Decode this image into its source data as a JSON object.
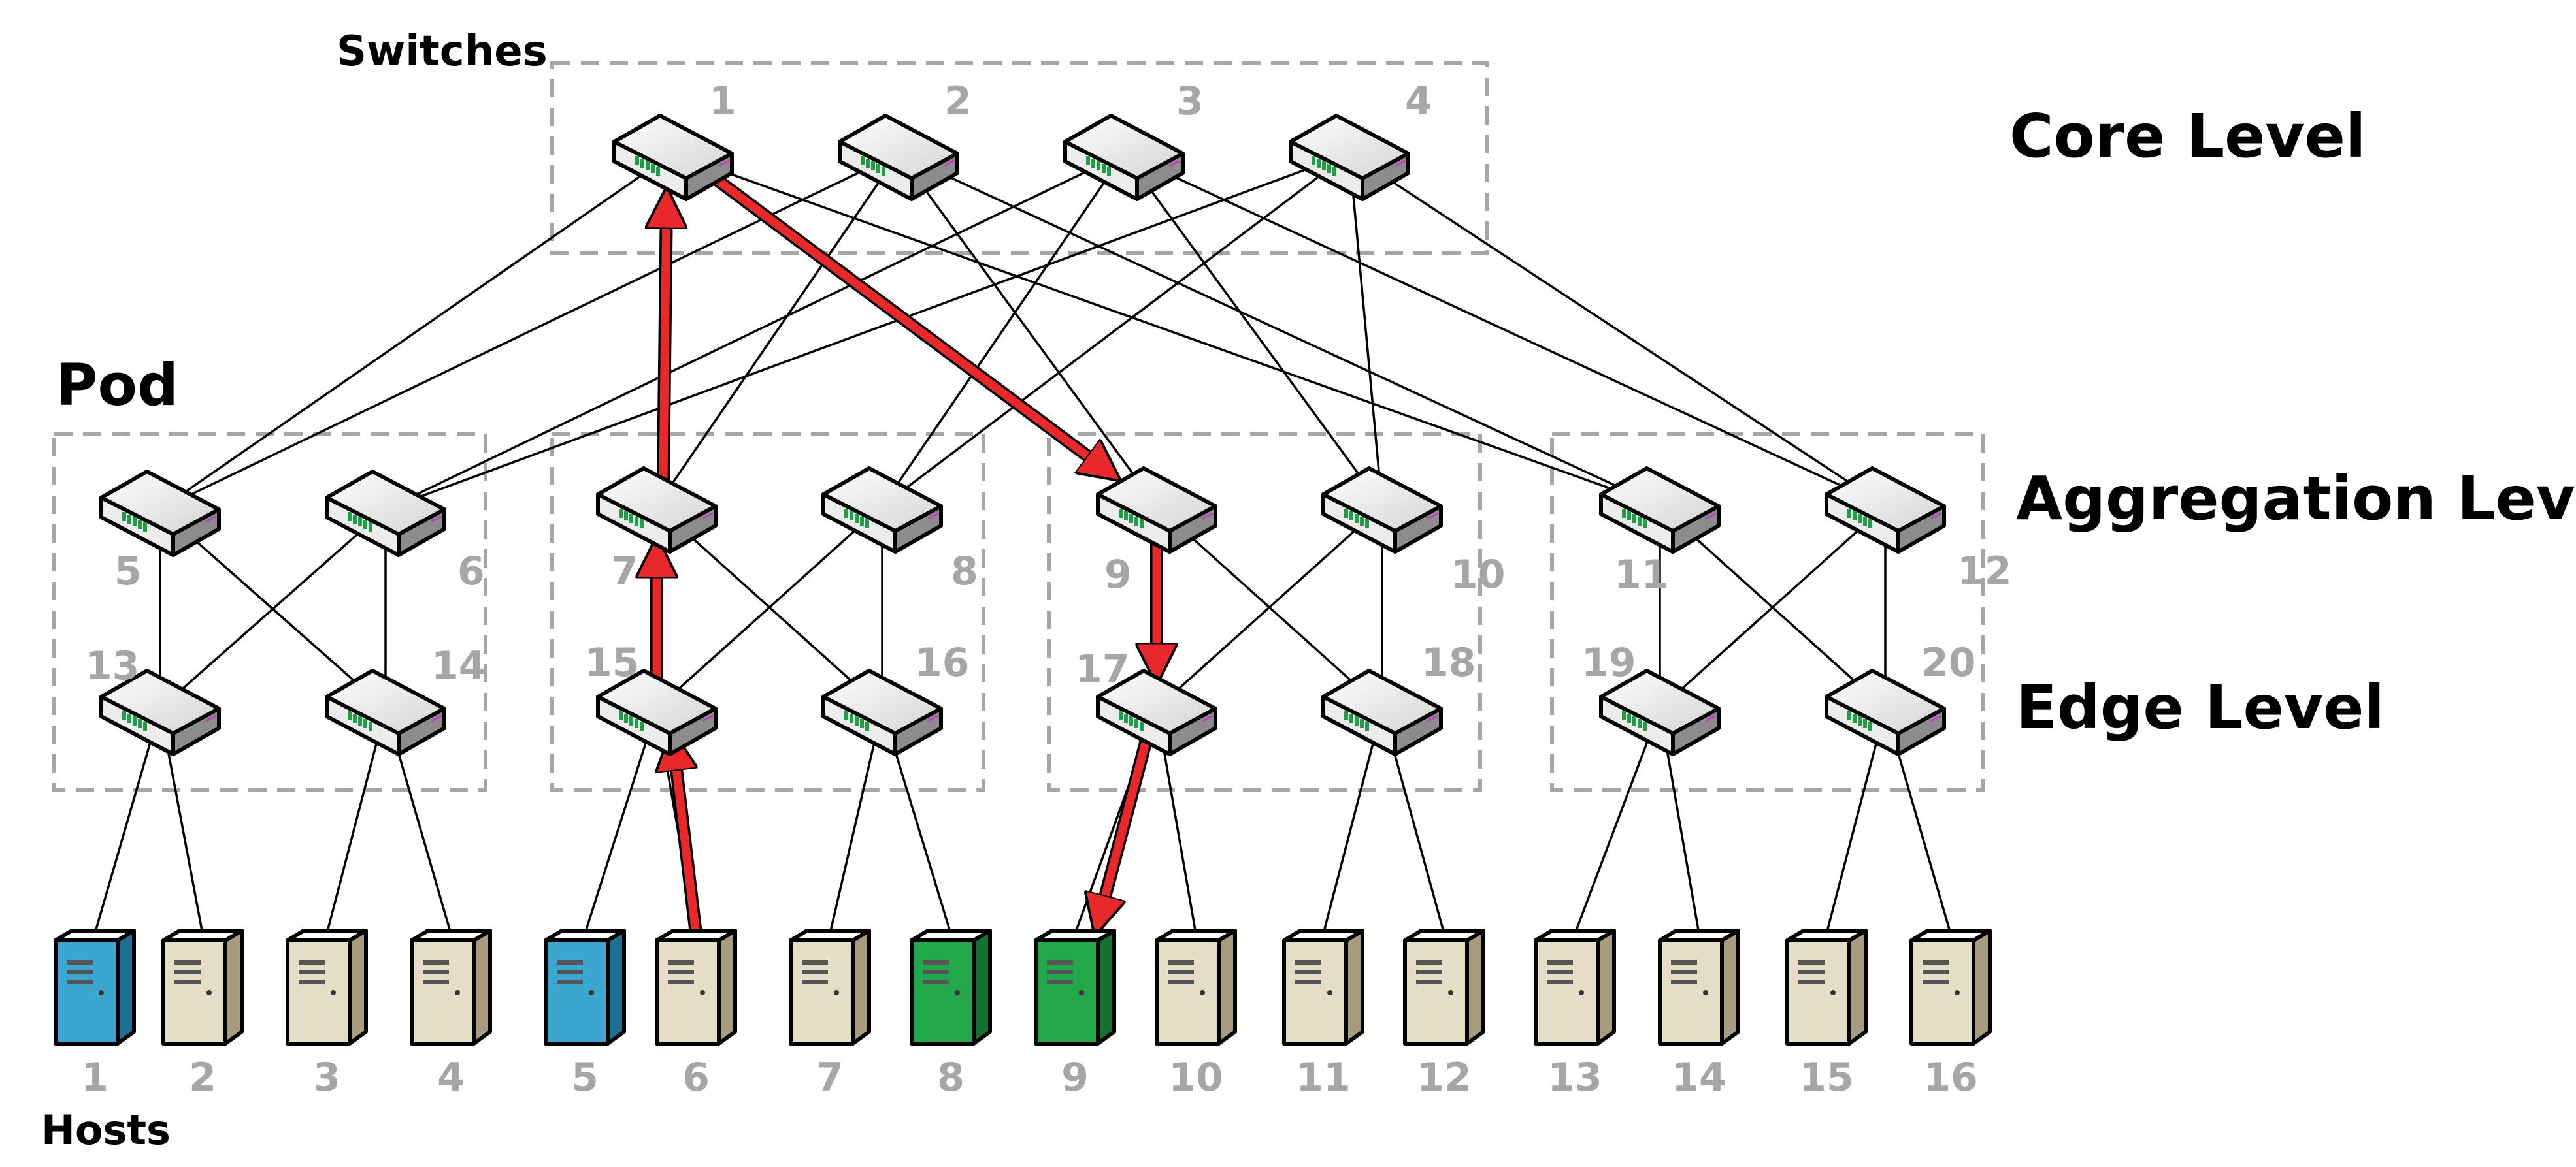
{
  "labels": {
    "switches": "Switches",
    "pod": "Pod",
    "hosts": "Hosts",
    "core_level": "Core Level",
    "aggregation_level": "Aggregation Level",
    "edge_level": "Edge Level"
  },
  "core_switches": [
    "1",
    "2",
    "3",
    "4"
  ],
  "aggregation_switches": [
    "5",
    "6",
    "7",
    "8",
    "9",
    "10",
    "11",
    "12"
  ],
  "edge_switches": [
    "13",
    "14",
    "15",
    "16",
    "17",
    "18",
    "19",
    "20"
  ],
  "hosts": [
    {
      "id": "1",
      "color": "blue"
    },
    {
      "id": "2",
      "color": "beige"
    },
    {
      "id": "3",
      "color": "beige"
    },
    {
      "id": "4",
      "color": "beige"
    },
    {
      "id": "5",
      "color": "blue"
    },
    {
      "id": "6",
      "color": "beige"
    },
    {
      "id": "7",
      "color": "beige"
    },
    {
      "id": "8",
      "color": "green"
    },
    {
      "id": "9",
      "color": "green"
    },
    {
      "id": "10",
      "color": "beige"
    },
    {
      "id": "11",
      "color": "beige"
    },
    {
      "id": "12",
      "color": "beige"
    },
    {
      "id": "13",
      "color": "beige"
    },
    {
      "id": "14",
      "color": "beige"
    },
    {
      "id": "15",
      "color": "beige"
    },
    {
      "id": "16",
      "color": "beige"
    }
  ],
  "highlighted_path": [
    "host-6",
    "edge-15",
    "agg-7",
    "core-1",
    "agg-9",
    "edge-17",
    "host-9"
  ],
  "colors": {
    "path": "#e8282b",
    "box": "#a6a6a6",
    "number": "#a6a6a6",
    "host_blue": "#3ba6cf",
    "host_green": "#22a84a",
    "host_beige": "#e6ddc6"
  }
}
